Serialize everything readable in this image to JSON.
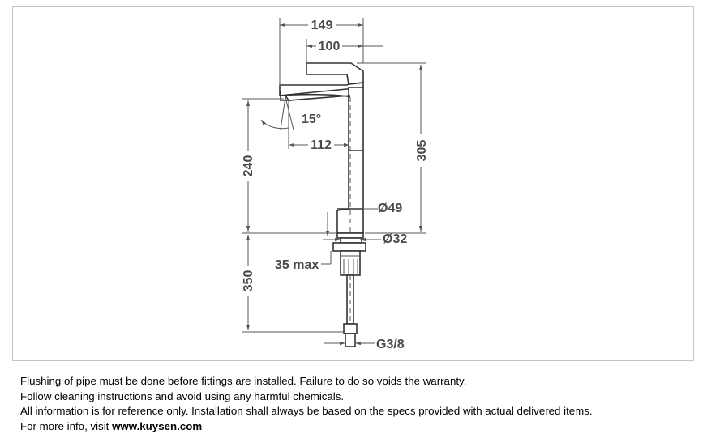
{
  "diagram": {
    "dimensions": {
      "overall_depth": "149",
      "spout_depth": "100",
      "angle": "15°",
      "handle_depth": "112",
      "body_height": "305",
      "spout_height": "240",
      "body_diameter": "Ø49",
      "shank_diameter": "Ø32",
      "counter_max": "35 max",
      "hose_length": "350",
      "connection": "G3/8"
    }
  },
  "notes": {
    "line1": "Flushing of pipe must be done before fittings are installed. Failure to do so voids the warranty.",
    "line2": "Follow cleaning instructions and avoid using any harmful chemicals.",
    "line3": "All information is for reference only. Installation shall always be based on the specs provided with actual delivered items.",
    "line4_prefix": "For more info, visit ",
    "line4_link": "www.kuysen.com"
  }
}
